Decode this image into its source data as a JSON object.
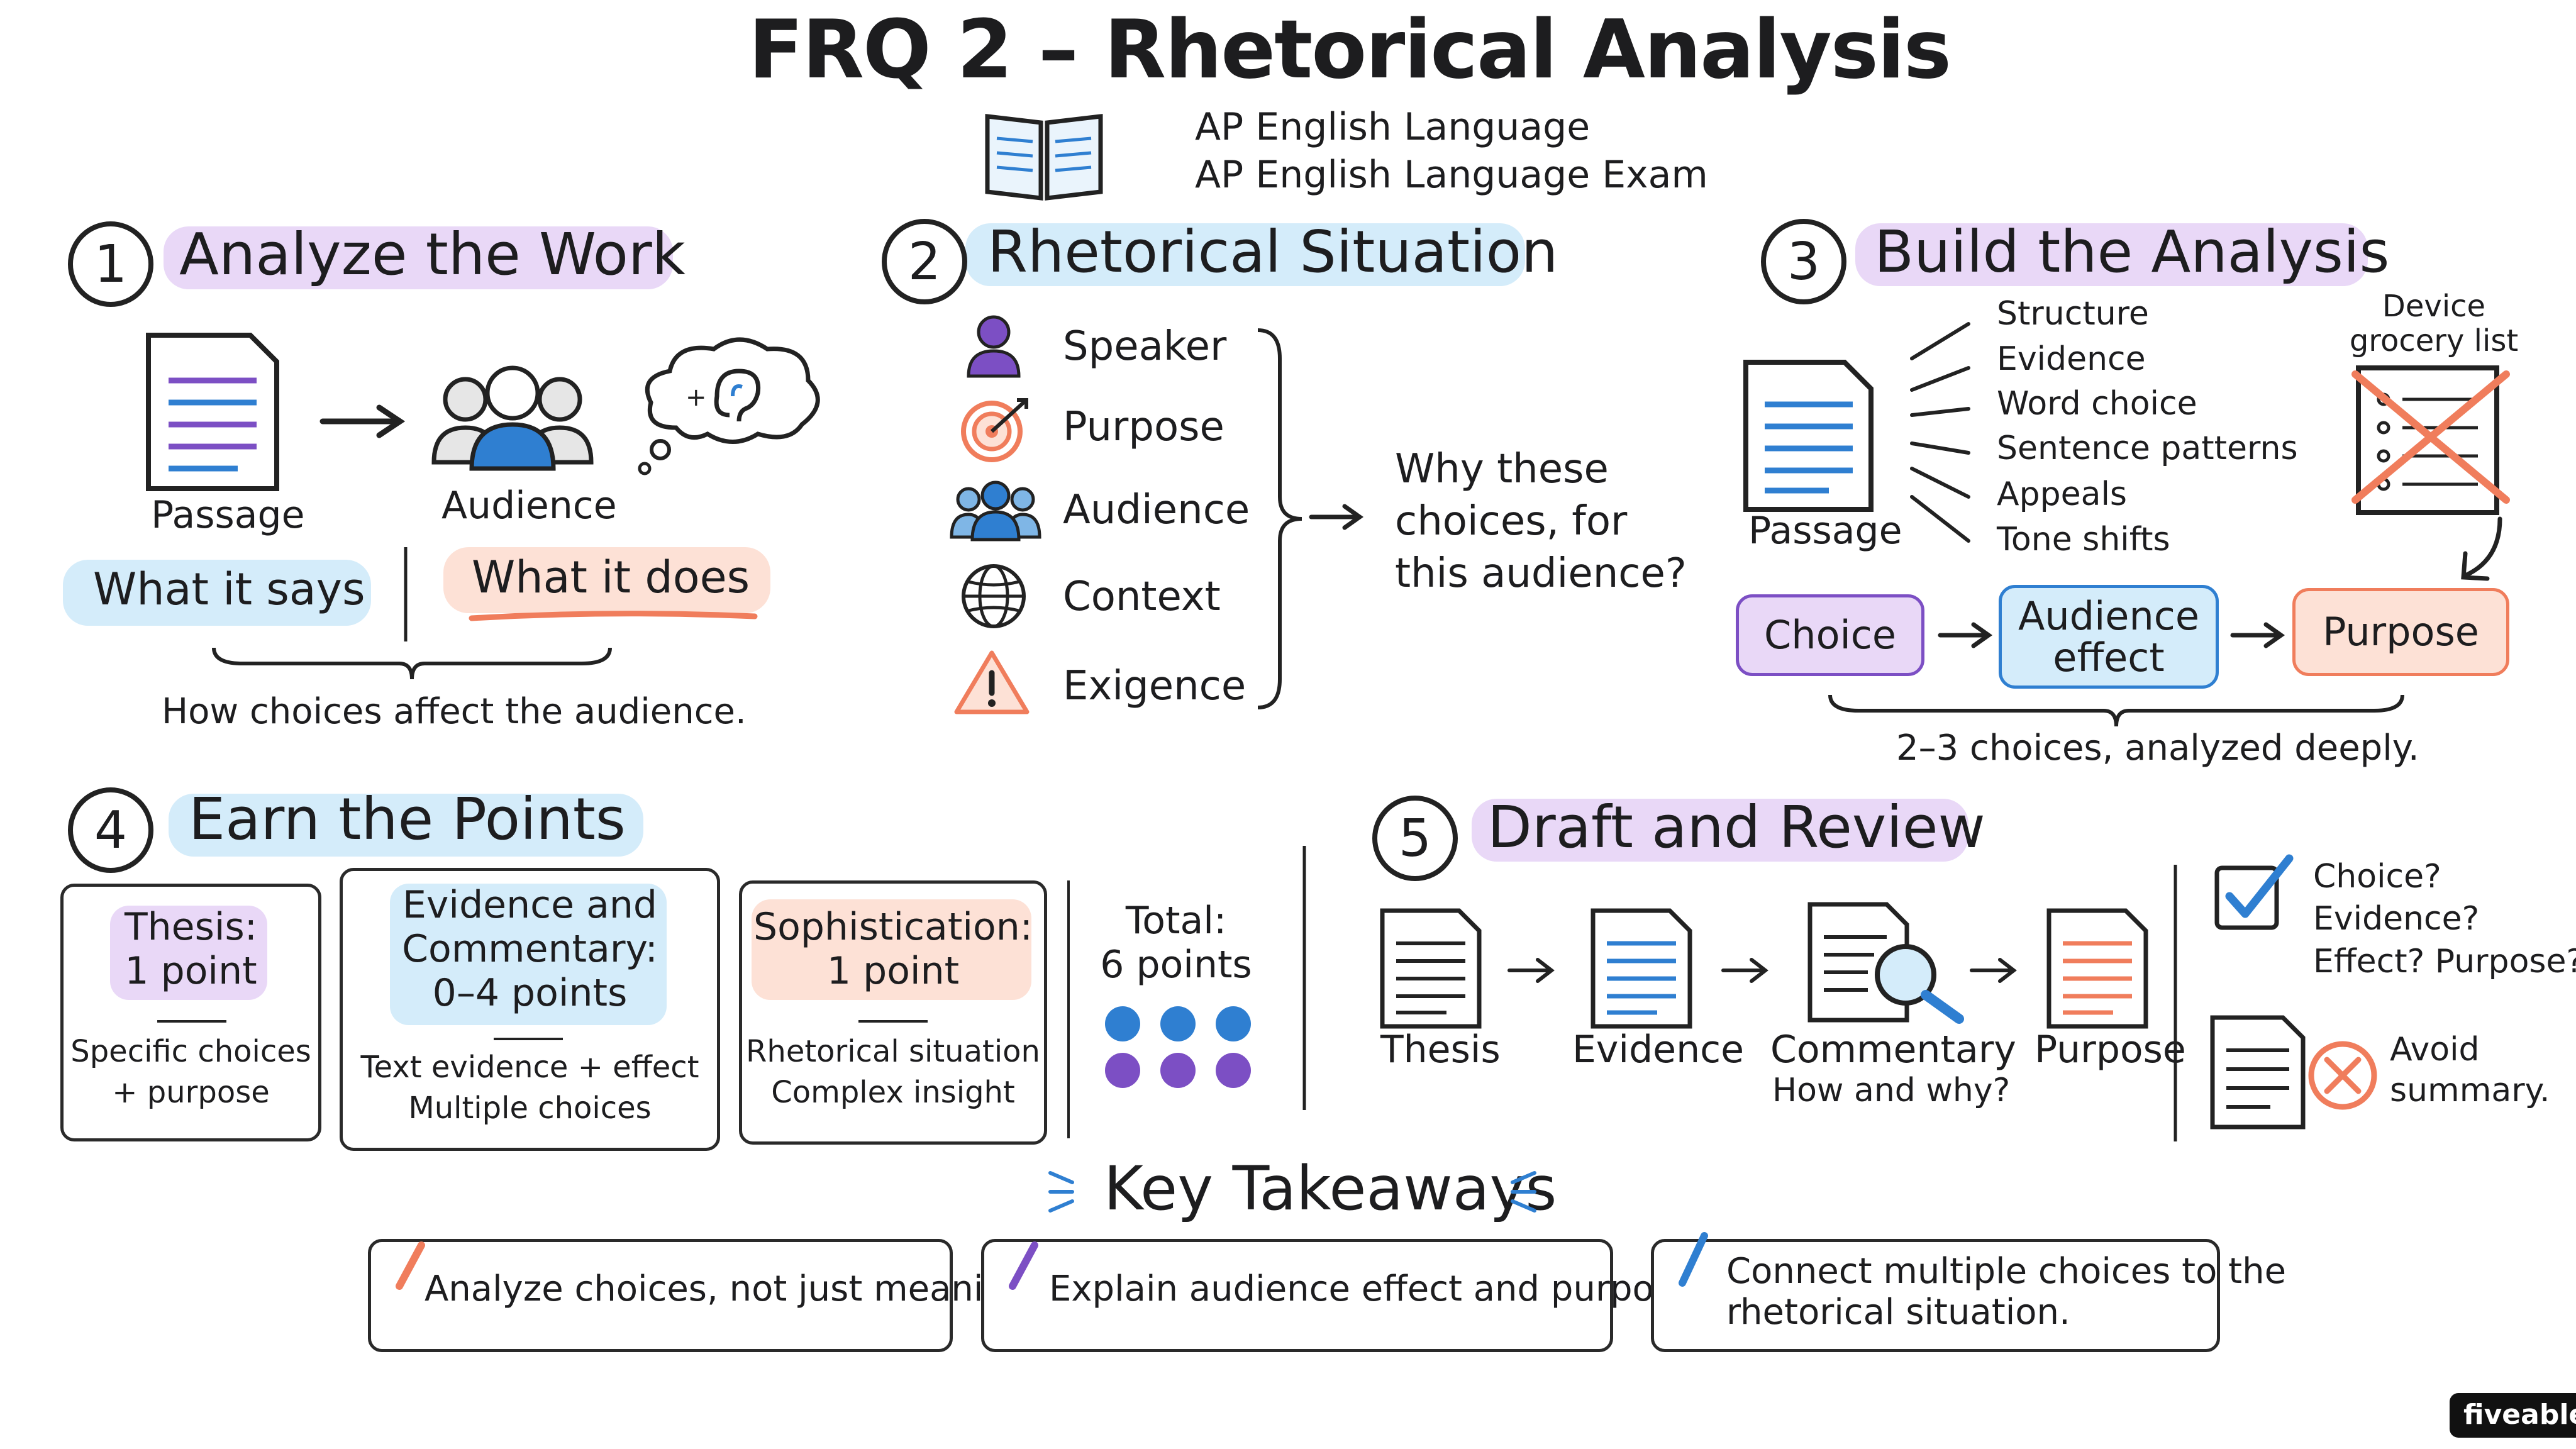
{
  "title": "FRQ 2 – Rhetorical Analysis",
  "subtitle": {
    "line1": "AP English Language",
    "line2": "AP English Language Exam"
  },
  "colors": {
    "purple": "#e9d8f7",
    "blue": "#d4ecfa",
    "orange": "#fde1d6",
    "accent_orange": "#f07d5c",
    "accent_blue": "#2f7fd1",
    "accent_purple": "#7c4fc4"
  },
  "section1": {
    "number": "1",
    "heading": "Analyze the Work",
    "passage": "Passage",
    "audience": "Audience",
    "what_says": "What it says",
    "what_does": "What it does",
    "caption": "How choices affect the audience."
  },
  "section2": {
    "number": "2",
    "heading": "Rhetorical Situation",
    "items": [
      "Speaker",
      "Purpose",
      "Audience",
      "Context",
      "Exigence"
    ],
    "question": [
      "Why these",
      "choices, for",
      "this audience?"
    ]
  },
  "section3": {
    "number": "3",
    "heading": "Build the Analysis",
    "passage": "Passage",
    "list": [
      "Structure",
      "Evidence",
      "Word choice",
      "Sentence patterns",
      "Appeals",
      "Tone shifts"
    ],
    "device_label": [
      "Device",
      "grocery list"
    ],
    "flow": [
      "Choice",
      "Audience effect",
      "Purpose"
    ],
    "caption": "2–3 choices, analyzed deeply."
  },
  "section4": {
    "number": "4",
    "heading": "Earn the Points",
    "thesis": {
      "title": [
        "Thesis:",
        "1 point"
      ],
      "desc": [
        "Specific choices",
        "+ purpose"
      ]
    },
    "evidence": {
      "title": [
        "Evidence and",
        "Commentary:",
        "0–4 points"
      ],
      "desc": [
        "Text evidence + effect",
        "Multiple choices"
      ]
    },
    "sophistication": {
      "title": [
        "Sophistication:",
        "1 point"
      ],
      "desc": [
        "Rhetorical situation",
        "Complex insight"
      ]
    },
    "total": [
      "Total:",
      "6 points"
    ]
  },
  "section5": {
    "number": "5",
    "heading": "Draft and Review",
    "steps": [
      "Thesis",
      "Evidence",
      "Commentary",
      "Purpose"
    ],
    "commentary_sub": "How and why?",
    "check": [
      "Choice?",
      "Evidence?",
      "Effect? Purpose?"
    ],
    "avoid": [
      "Avoid",
      "summary."
    ]
  },
  "takeaways": {
    "heading": "Key Takeaways",
    "items": [
      "Analyze choices, not just meaning",
      "Explain audience effect and purpose",
      "Connect multiple choices to the",
      "rhetorical situation."
    ]
  },
  "brand": "fiveable"
}
